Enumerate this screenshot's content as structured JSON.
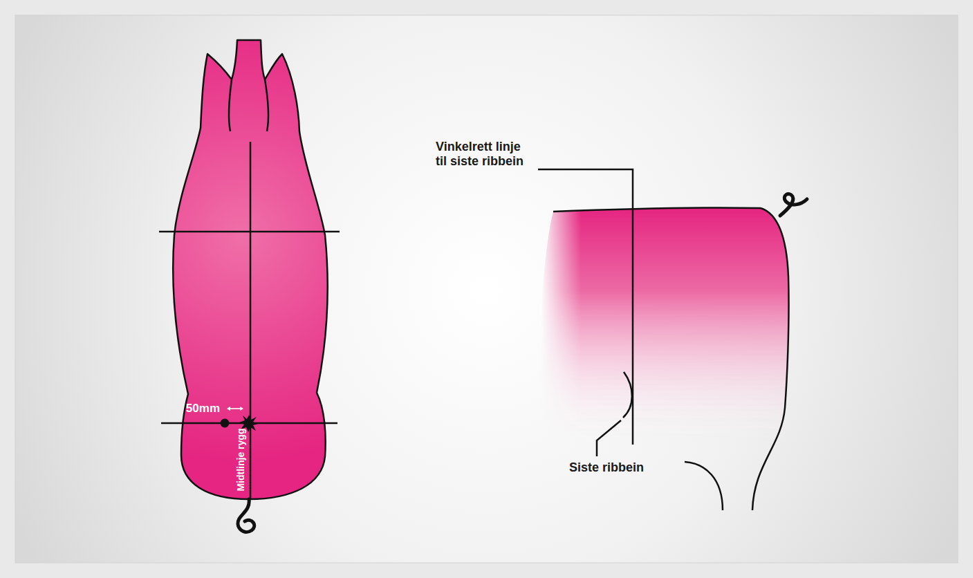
{
  "diagram": {
    "labels": [
      "50mm",
      "Midtlinje rygg",
      "Vinkelrett linje til siste ribbein",
      "Siste ribbein"
    ]
  }
}
